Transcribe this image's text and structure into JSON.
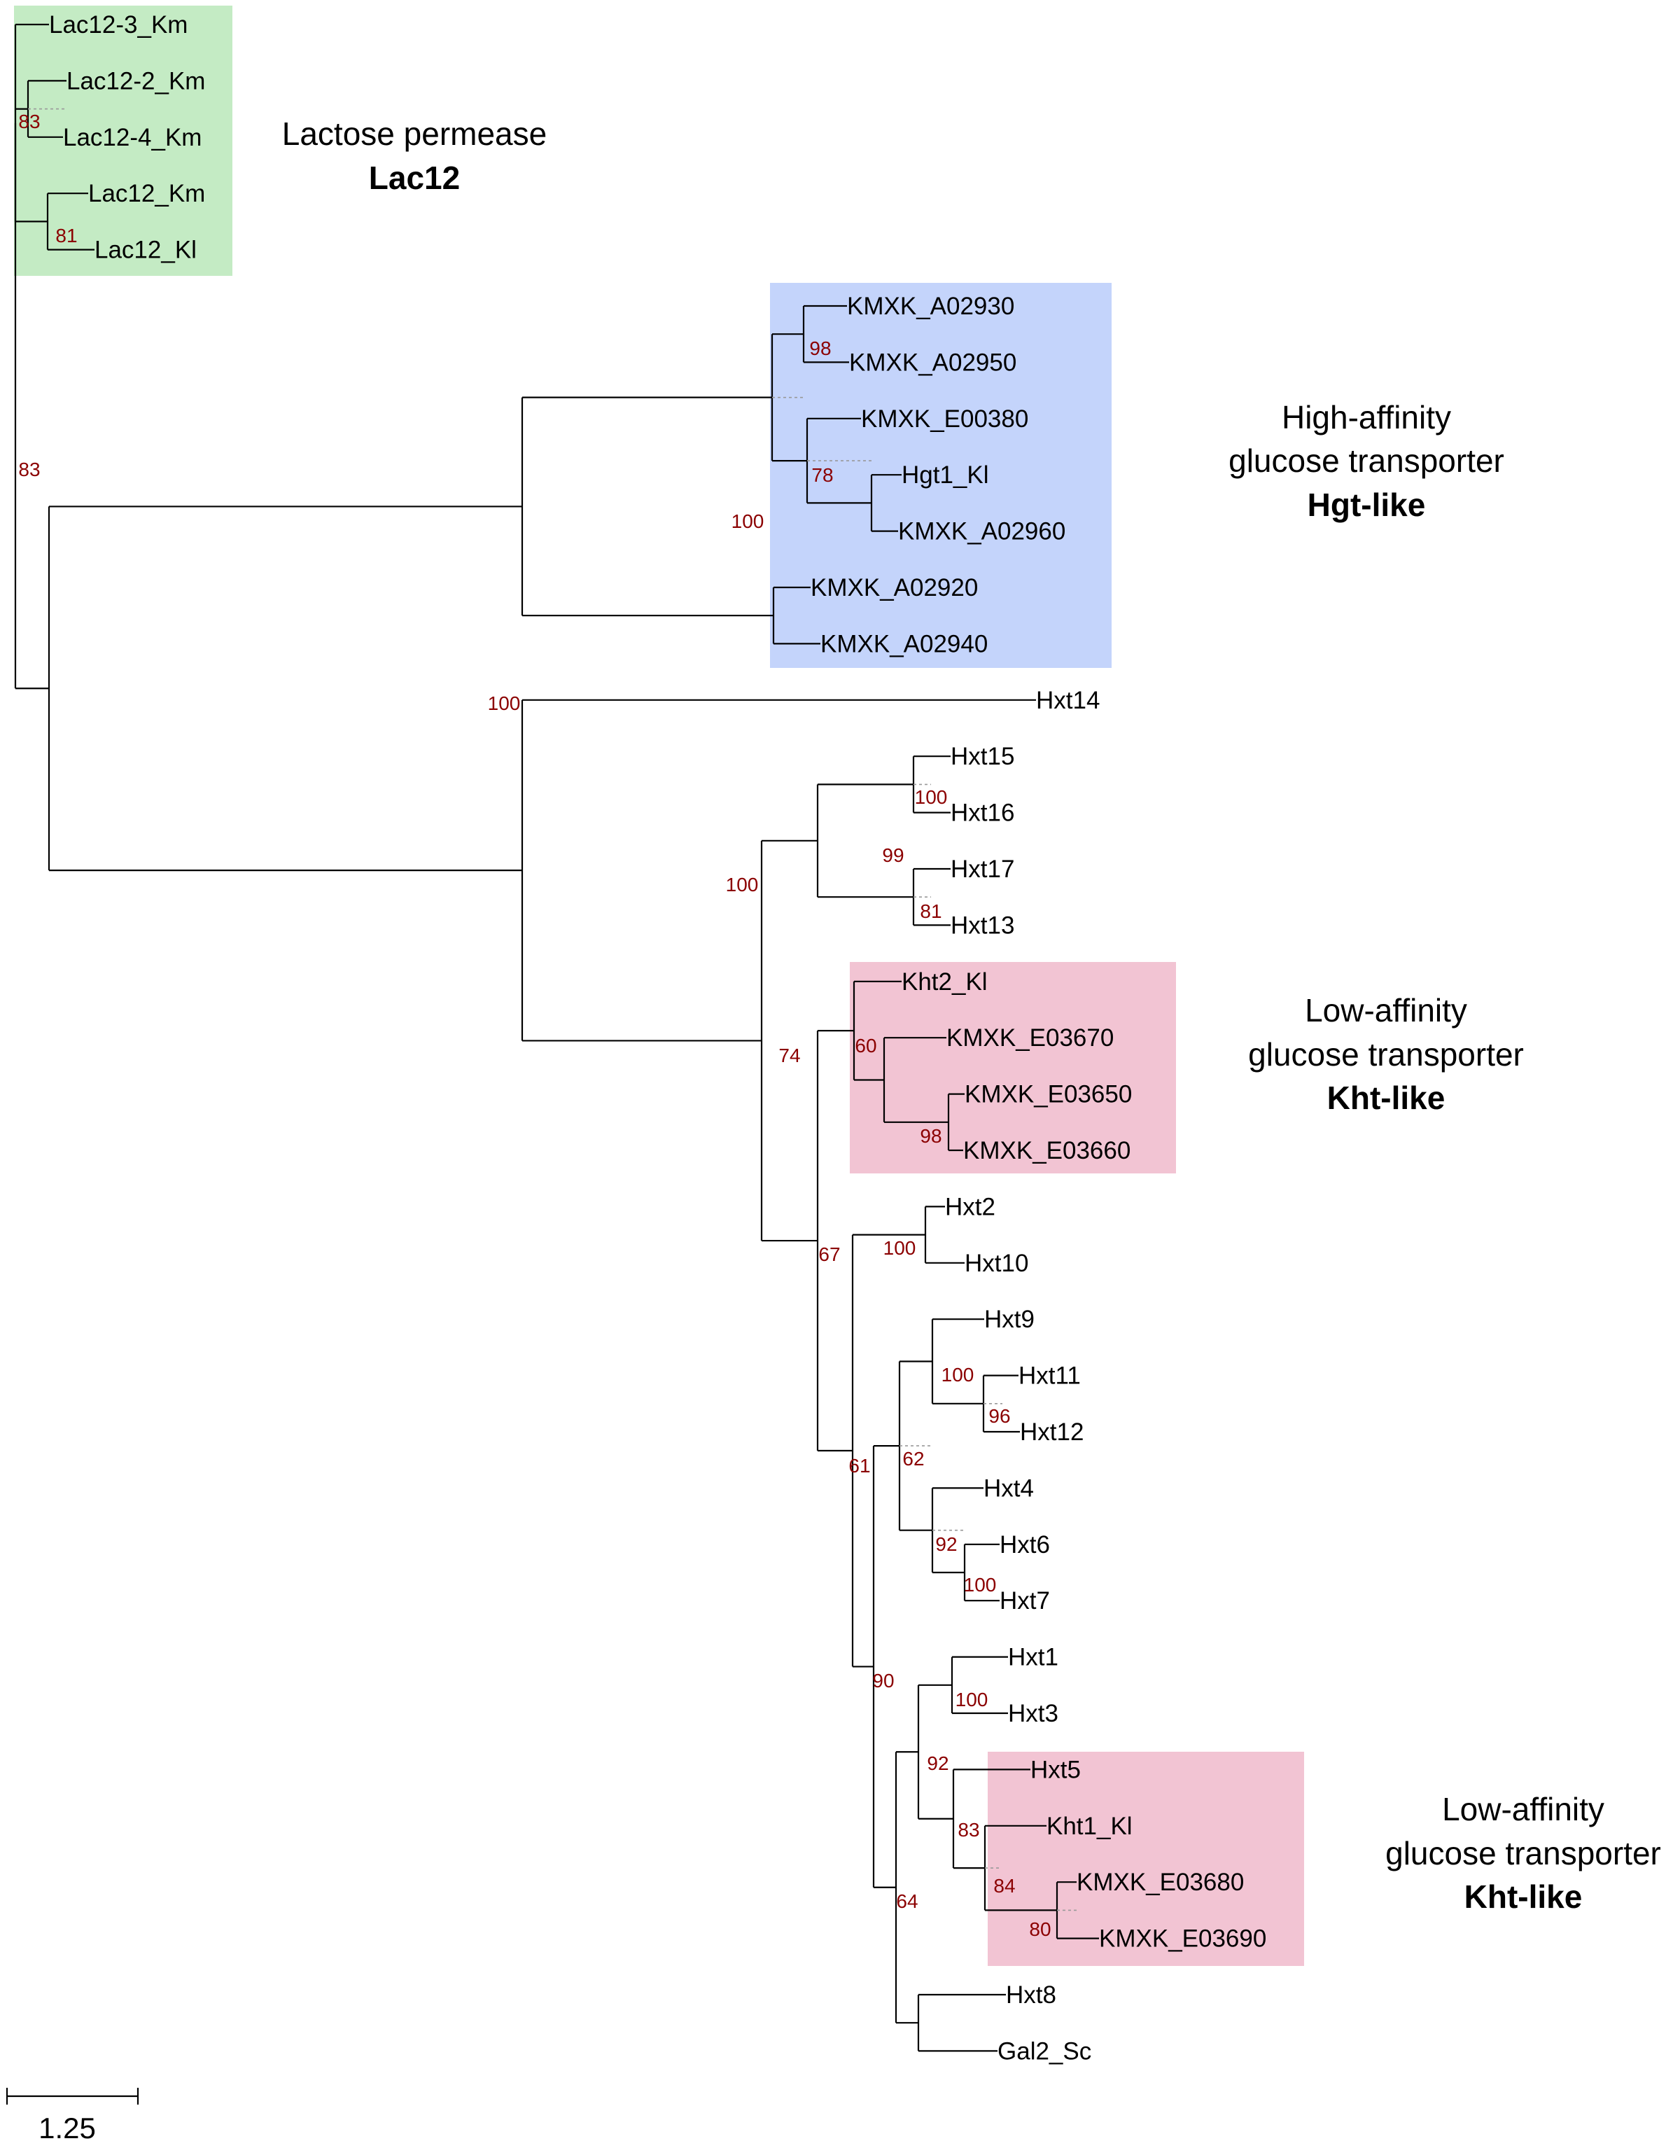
{
  "colors": {
    "lac": "#c4ebc4",
    "hgt": "#c4d4fb",
    "kht": "#f2c4d3",
    "support": "#8b0000",
    "branch": "#000000"
  },
  "groups": {
    "lac12": {
      "line1": "Lactose permease",
      "bold": "Lac12"
    },
    "hgt": {
      "line1": "High-affinity",
      "line2": "glucose transporter",
      "bold": "Hgt-like"
    },
    "kht_a": {
      "line1": "Low-affinity",
      "line2": "glucose transporter",
      "bold": "Kht-like"
    },
    "kht_b": {
      "line1": "Low-affinity",
      "line2": "glucose transporter",
      "bold": "Kht-like"
    }
  },
  "scale_bar": {
    "label": "1.25"
  },
  "tree": {
    "name": "root",
    "children": [
      {
        "name": "lac-group",
        "support": "83",
        "children": [
          {
            "name": "Lac12-3_Km"
          },
          {
            "name": "lac-b",
            "support": "83",
            "children": [
              {
                "name": "Lac12-2_Km"
              },
              {
                "name": "Lac12-4_Km"
              }
            ]
          },
          {
            "name": "lac-c",
            "support": "81",
            "children": [
              {
                "name": "Lac12_Km"
              },
              {
                "name": "Lac12_Kl"
              }
            ]
          }
        ]
      },
      {
        "name": "n100a",
        "support": "100",
        "children": [
          {
            "name": "hgt-clade",
            "support": "100",
            "children": [
              {
                "name": "hgt-a",
                "children": [
                  {
                    "name": "hgt-a1",
                    "support": "98",
                    "children": [
                      {
                        "name": "KMXK_A02930"
                      },
                      {
                        "name": "KMXK_A02950"
                      }
                    ]
                  },
                  {
                    "name": "hgt-a2",
                    "support": "78",
                    "children": [
                      {
                        "name": "KMXK_E00380"
                      },
                      {
                        "name": "hgt-a3",
                        "children": [
                          {
                            "name": "Hgt1_Kl"
                          },
                          {
                            "name": "KMXK_A02960"
                          }
                        ]
                      }
                    ]
                  }
                ]
              },
              {
                "name": "hgt-b",
                "children": [
                  {
                    "name": "KMXK_A02920"
                  },
                  {
                    "name": "KMXK_A02940"
                  }
                ]
              }
            ]
          },
          {
            "name": "hxt-clade",
            "support": "100",
            "children": [
              {
                "name": "Hxt14"
              },
              {
                "name": "n74",
                "support": "74",
                "children": [
                  {
                    "name": "n99",
                    "support": "99",
                    "children": [
                      {
                        "name": "n100b",
                        "support": "100",
                        "children": [
                          {
                            "name": "Hxt15"
                          },
                          {
                            "name": "Hxt16"
                          }
                        ]
                      },
                      {
                        "name": "n81",
                        "support": "81",
                        "children": [
                          {
                            "name": "Hxt17"
                          },
                          {
                            "name": "Hxt13"
                          }
                        ]
                      }
                    ]
                  },
                  {
                    "name": "n67",
                    "support": "67",
                    "children": [
                      {
                        "name": "kht2-clade",
                        "support": "60",
                        "children": [
                          {
                            "name": "Kht2_Kl"
                          },
                          {
                            "name": "kht2-b",
                            "children": [
                              {
                                "name": "KMXK_E03670"
                              },
                              {
                                "name": "n98b",
                                "support": "98",
                                "children": [
                                  {
                                    "name": "KMXK_E03650"
                                  },
                                  {
                                    "name": "KMXK_E03660"
                                  }
                                ]
                              }
                            ]
                          }
                        ]
                      },
                      {
                        "name": "n61",
                        "support": "61",
                        "children": [
                          {
                            "name": "n100c",
                            "support": "100",
                            "children": [
                              {
                                "name": "Hxt2"
                              },
                              {
                                "name": "Hxt10"
                              }
                            ]
                          },
                          {
                            "name": "n90",
                            "support": "90",
                            "children": [
                              {
                                "name": "n62",
                                "support": "62",
                                "children": [
                                  {
                                    "name": "n100d",
                                    "support": "100",
                                    "children": [
                                      {
                                        "name": "Hxt9"
                                      },
                                      {
                                        "name": "n96",
                                        "support": "96",
                                        "children": [
                                          {
                                            "name": "Hxt11"
                                          },
                                          {
                                            "name": "Hxt12"
                                          }
                                        ]
                                      }
                                    ]
                                  },
                                  {
                                    "name": "n92a",
                                    "support": "92",
                                    "children": [
                                      {
                                        "name": "Hxt4"
                                      },
                                      {
                                        "name": "n100e",
                                        "support": "100",
                                        "children": [
                                          {
                                            "name": "Hxt6"
                                          },
                                          {
                                            "name": "Hxt7"
                                          }
                                        ]
                                      }
                                    ]
                                  }
                                ]
                              },
                              {
                                "name": "n64",
                                "support": "64",
                                "children": [
                                  {
                                    "name": "n92b",
                                    "support": "92",
                                    "children": [
                                      {
                                        "name": "n100f",
                                        "support": "100",
                                        "children": [
                                          {
                                            "name": "Hxt1"
                                          },
                                          {
                                            "name": "Hxt3"
                                          }
                                        ]
                                      },
                                      {
                                        "name": "n83b",
                                        "support": "83",
                                        "children": [
                                          {
                                            "name": "Hxt5"
                                          },
                                          {
                                            "name": "n84",
                                            "support": "84",
                                            "children": [
                                              {
                                                "name": "Kht1_Kl"
                                              },
                                              {
                                                "name": "n80",
                                                "support": "80",
                                                "children": [
                                                  {
                                                    "name": "KMXK_E03680"
                                                  },
                                                  {
                                                    "name": "KMXK_E03690"
                                                  }
                                                ]
                                              }
                                            ]
                                          }
                                        ]
                                      }
                                    ]
                                  },
                                  {
                                    "name": "gal-clade",
                                    "children": [
                                      {
                                        "name": "Hxt8"
                                      },
                                      {
                                        "name": "Gal2_Sc"
                                      }
                                    ]
                                  }
                                ]
                              }
                            ]
                          }
                        ]
                      }
                    ]
                  }
                ]
              }
            ]
          }
        ]
      }
    ]
  }
}
